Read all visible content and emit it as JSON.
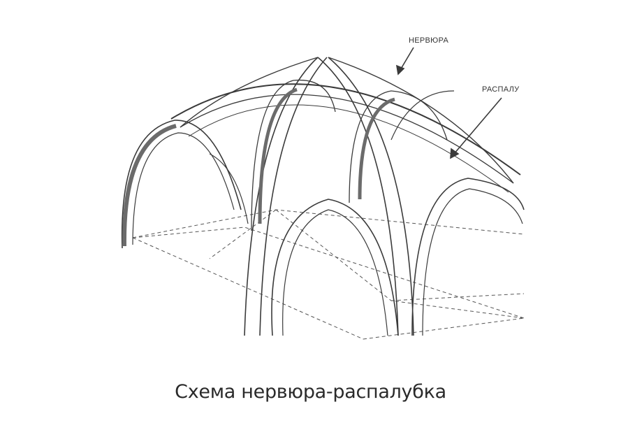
{
  "figure": {
    "labels": {
      "rib": "НЕРВЮРА",
      "web": "РАСПАЛУ"
    }
  },
  "caption": "Схема нервюра-распалубка",
  "colors": {
    "stroke": "#3a3a3a",
    "shade": "#6b6b6b",
    "background": "#ffffff"
  }
}
